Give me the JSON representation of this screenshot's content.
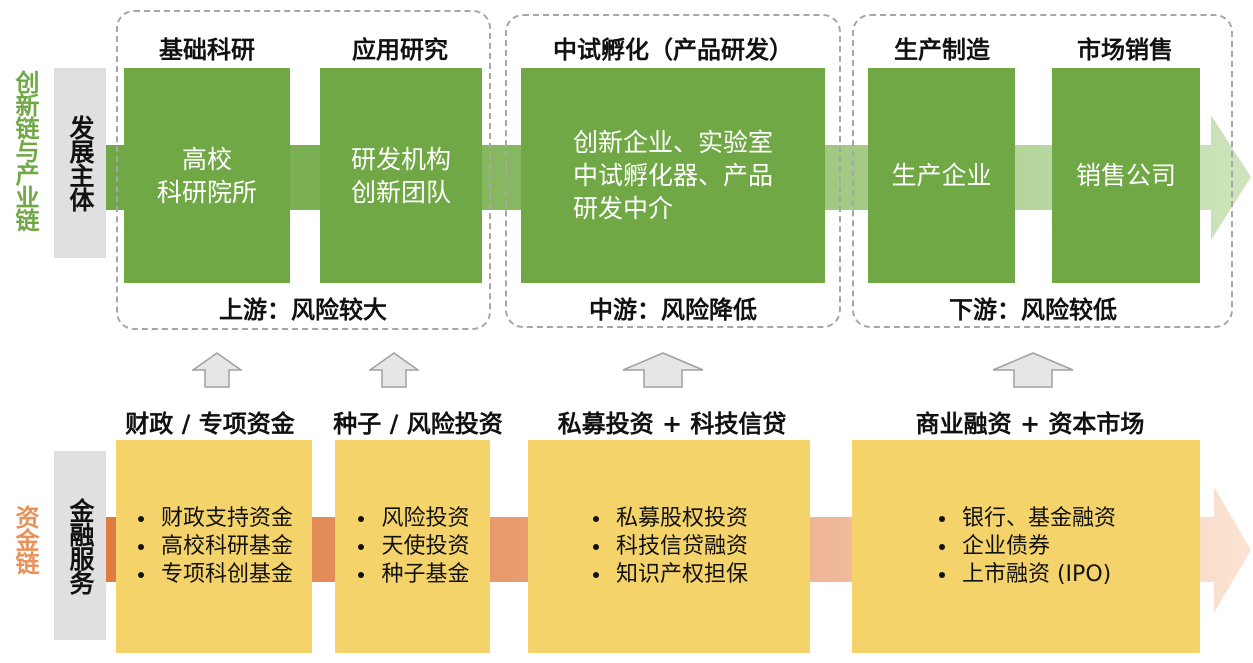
{
  "side_labels": {
    "innovation_chain": "创新链与产业链",
    "capital_chain": "资金链"
  },
  "row_labels": {
    "development_subject": "发展主体",
    "financial_service": "金融服务"
  },
  "stages": [
    {
      "header": "基础科研",
      "body": "高校\n科研院所"
    },
    {
      "header": "应用研究",
      "body": "研发机构\n创新团队"
    },
    {
      "header": "中试孵化（产品研发）",
      "body": "创新企业、实验室\n中试孵化器、产品\n研发中介"
    },
    {
      "header": "生产制造",
      "body": "生产企业"
    },
    {
      "header": "市场销售",
      "body": "销售公司"
    }
  ],
  "risk_captions": {
    "upstream": "上游：风险较大",
    "midstream": "中游：风险降低",
    "downstream": "下游：风险较低"
  },
  "finance": [
    {
      "header": "财政 / 专项资金",
      "items": [
        "财政支持资金",
        "高校科研基金",
        "专项科创基金"
      ]
    },
    {
      "header": "种子 / 风险投资",
      "items": [
        "风险投资",
        "天使投资",
        "种子基金"
      ]
    },
    {
      "header": "私募投资 + 科技信贷",
      "items": [
        "私募股权投资",
        "科技信贷融资",
        "知识产权担保"
      ]
    },
    {
      "header": "商业融资 + 资本市场",
      "items": [
        "银行、基金融资",
        "企业债券",
        "上市融资 (IPO)"
      ]
    }
  ],
  "colors": {
    "green": "#70a846",
    "yellow": "#f5d36b",
    "orange": "#e07b3e",
    "gray": "#e0e0e0"
  }
}
